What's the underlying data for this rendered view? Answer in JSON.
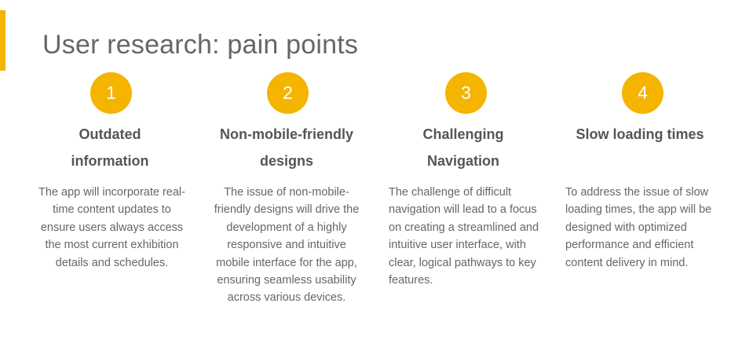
{
  "title": "User research: pain points",
  "accent_color": "#F4B400",
  "points": [
    {
      "number": "1",
      "heading_line1": "Outdated",
      "heading_line2": "information",
      "body": "The app will incorporate real-time content updates to ensure users always access the most current exhibition details and schedules."
    },
    {
      "number": "2",
      "heading_line1": "Non-mobile-friendly",
      "heading_line2": "designs",
      "body": "The issue of non-mobile-friendly designs will drive the development of a highly responsive and intuitive mobile interface for the app, ensuring seamless usability across various devices."
    },
    {
      "number": "3",
      "heading_line1": "Challenging",
      "heading_line2": "Navigation",
      "body": "The challenge of difficult navigation will lead to a focus on creating a streamlined and intuitive user interface, with clear, logical pathways to key features."
    },
    {
      "number": "4",
      "heading_line1": "Slow loading times",
      "heading_line2": "",
      "body": "To address the issue of slow loading times, the app will be designed with optimized performance and efficient content delivery in mind."
    }
  ]
}
